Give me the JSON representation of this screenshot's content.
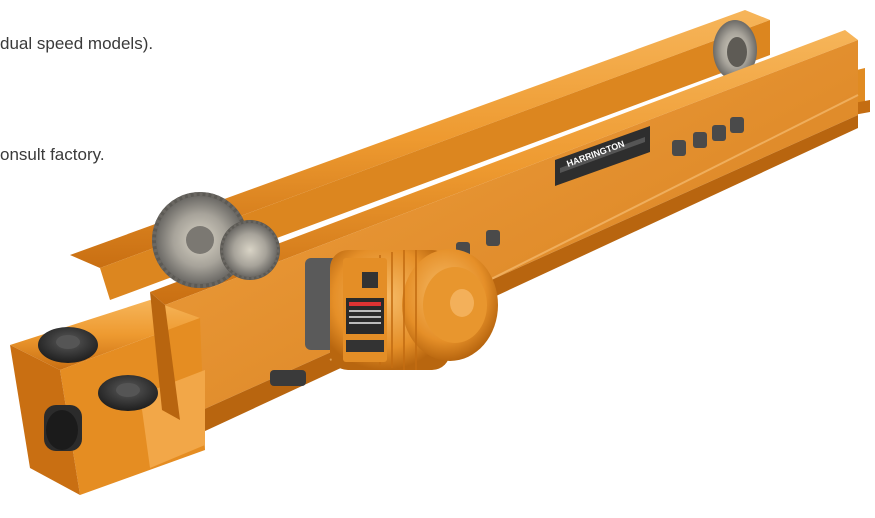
{
  "text_lines": [
    "dual speed models).",
    "onsult factory."
  ],
  "nameplate": {
    "brand": "HARRINGTON"
  },
  "colors": {
    "background": "#ffffff",
    "body_orange": "#ee9a30",
    "body_orange_dark": "#c96f12",
    "body_orange_light": "#f6b55a",
    "gear_gray": "#8d8d8d",
    "wheel_black": "#2a2a2a",
    "text": "#3a3a3a"
  }
}
